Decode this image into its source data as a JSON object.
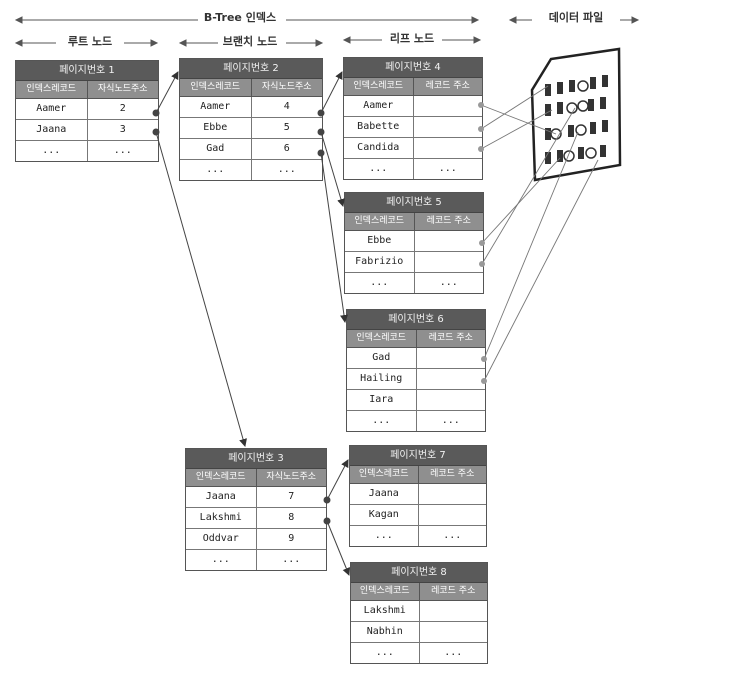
{
  "labels": {
    "btree": "B-Tree 인덱스",
    "datafile": "데이터 파일",
    "root": "루트 노드",
    "branch": "브랜치 노드",
    "leaf": "리프 노드"
  },
  "pages": {
    "p1": {
      "title": "페이지번호 1",
      "col1": "인덱스레코드",
      "col2": "자식노드주소",
      "rows": [
        [
          "Aamer",
          "2"
        ],
        [
          "Jaana",
          "3"
        ],
        [
          "...",
          "..."
        ]
      ]
    },
    "p2": {
      "title": "페이지번호 2",
      "col1": "인덱스레코드",
      "col2": "자식노드주소",
      "rows": [
        [
          "Aamer",
          "4"
        ],
        [
          "Ebbe",
          "5"
        ],
        [
          "Gad",
          "6"
        ],
        [
          "...",
          "..."
        ]
      ]
    },
    "p3": {
      "title": "페이지번호 3",
      "col1": "인덱스레코드",
      "col2": "자식노드주소",
      "rows": [
        [
          "Jaana",
          "7"
        ],
        [
          "Lakshmi",
          "8"
        ],
        [
          "Oddvar",
          "9"
        ],
        [
          "...",
          "..."
        ]
      ]
    },
    "p4": {
      "title": "페이지번호 4",
      "col1": "인덱스레코드",
      "col2": "레코드 주소",
      "rows": [
        [
          "Aamer",
          ""
        ],
        [
          "Babette",
          ""
        ],
        [
          "Candida",
          ""
        ],
        [
          "...",
          "..."
        ]
      ]
    },
    "p5": {
      "title": "페이지번호 5",
      "col1": "인덱스레코드",
      "col2": "레코드 주소",
      "rows": [
        [
          "Ebbe",
          ""
        ],
        [
          "Fabrizio",
          ""
        ],
        [
          "...",
          "..."
        ]
      ]
    },
    "p6": {
      "title": "페이지번호 6",
      "col1": "인덱스레코드",
      "col2": "레코드 주소",
      "rows": [
        [
          "Gad",
          ""
        ],
        [
          "Hailing",
          ""
        ],
        [
          "Iara",
          ""
        ],
        [
          "...",
          "..."
        ]
      ]
    },
    "p7": {
      "title": "페이지번호 7",
      "col1": "인덱스레코드",
      "col2": "레코드 주소",
      "rows": [
        [
          "Jaana",
          ""
        ],
        [
          "Kagan",
          ""
        ],
        [
          "...",
          "..."
        ]
      ]
    },
    "p8": {
      "title": "페이지번호 8",
      "col1": "인덱스레코드",
      "col2": "레코드 주소",
      "rows": [
        [
          "Lakshmi",
          ""
        ],
        [
          "Nabhin",
          ""
        ],
        [
          "...",
          "..."
        ]
      ]
    }
  }
}
